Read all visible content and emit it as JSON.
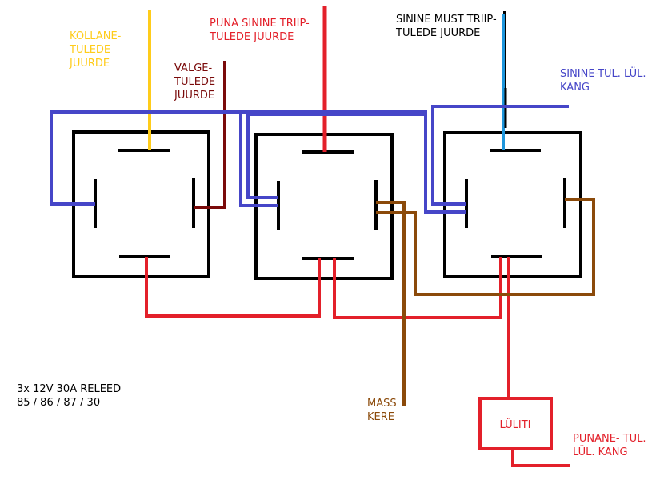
{
  "colors": {
    "background": "#ffffff",
    "relay_outline": "#000000",
    "yellow_wire": "#ffcc1a",
    "dark_red_wire": "#7a0a0a",
    "red_wire": "#e3202a",
    "blue_wire": "#4646c8",
    "light_blue_wire": "#1e96dc",
    "black_wire": "#000000",
    "brown_wire": "#8b4a0a"
  },
  "labels": {
    "kollane": {
      "lines": [
        "KOLLANE-",
        "TULEDE",
        "JUURDE"
      ],
      "color": "#ffcc1a"
    },
    "valge": {
      "lines": [
        "VALGE-",
        "TULEDE",
        "JUURDE"
      ],
      "color": "#7a0a0a"
    },
    "puna_sinine": {
      "lines": [
        "PUNA SININE TRIIP-",
        "TULEDE JUURDE"
      ],
      "color": "#e3202a"
    },
    "sinine_must": {
      "lines": [
        "SININE MUST TRIIP-",
        "TULEDE JUURDE"
      ],
      "color": "#000000"
    },
    "sinine_tul": {
      "lines": [
        "SININE-TUL. LÜL.",
        "KANG"
      ],
      "color": "#4646c8"
    },
    "releed": {
      "lines": [
        "3x 12V 30A RELEED",
        "85 / 86 / 87 / 30"
      ],
      "color": "#000000"
    },
    "mass": {
      "lines": [
        "MASS",
        "KERE"
      ],
      "color": "#8b4a0a"
    },
    "punane_tul": {
      "lines": [
        "PUNANE- TUL.",
        "LÜL. KANG"
      ],
      "color": "#e3202a"
    }
  },
  "switch": {
    "label": "LÜLITI",
    "color": "#e3202a"
  }
}
